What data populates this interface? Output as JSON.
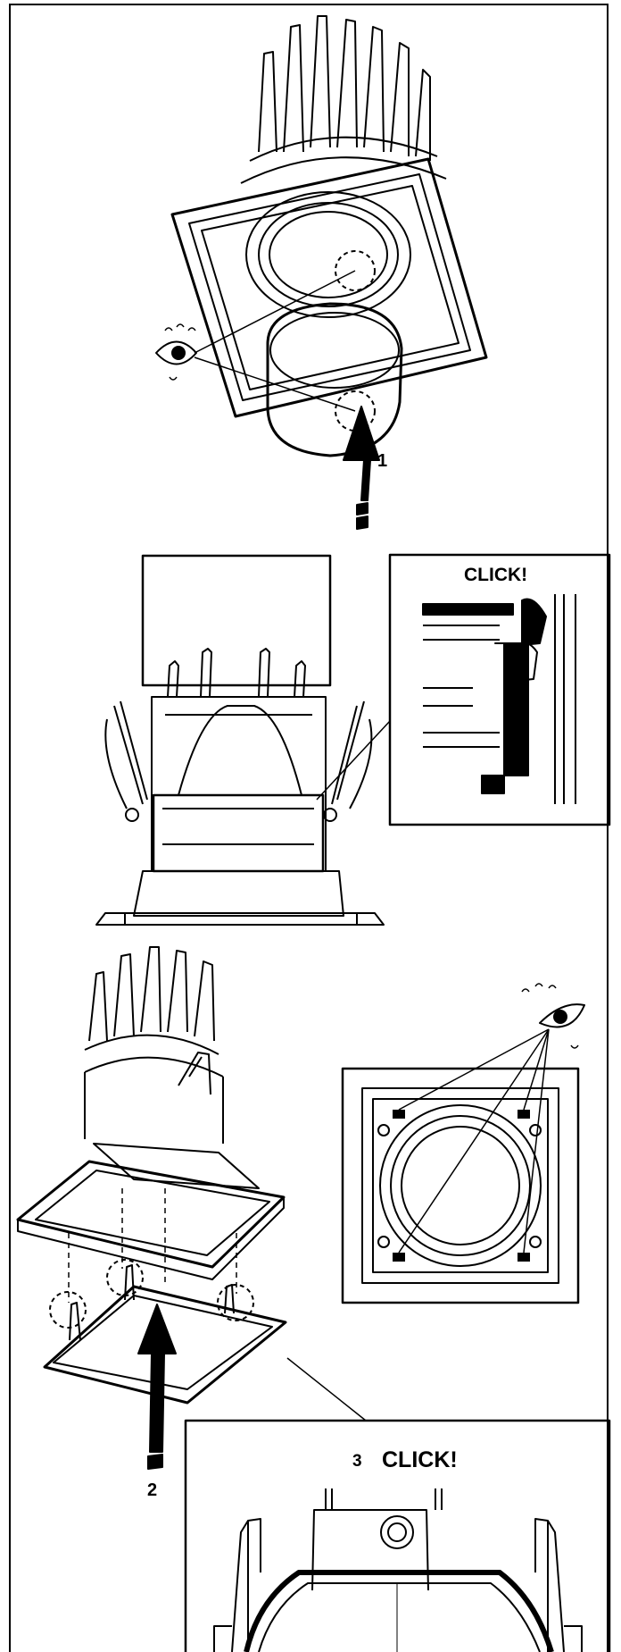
{
  "steps": {
    "step1": {
      "number": "1"
    },
    "step2": {
      "number": "2"
    },
    "step3": {
      "number": "3",
      "callout": "CLICK!"
    }
  },
  "detail_callout": {
    "text": "CLICK!"
  },
  "colors": {
    "ink": "#000000",
    "paper": "#ffffff"
  },
  "icons": [
    "eye-icon",
    "upward-arrow-icon"
  ]
}
